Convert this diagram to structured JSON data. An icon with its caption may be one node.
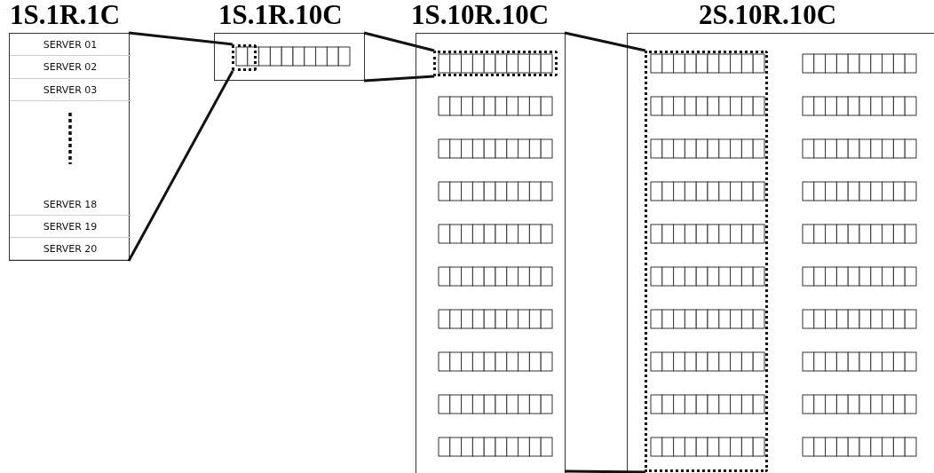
{
  "diagram": {
    "nodes": [
      {
        "text": [
          "1S.1R.1C"
        ]
      },
      {
        "text": [
          "SERVER 01"
        ],
        "in": 0
      },
      {
        "text": [
          "SERVER 02"
        ],
        "in": 0
      },
      {
        "text": [
          "SERVER 03"
        ],
        "in": 0
      },
      {
        "text": [
          "SERVER 18"
        ],
        "in": 0
      },
      {
        "text": [
          "SERVER 19"
        ],
        "in": 0
      },
      {
        "text": [
          "SERVER 20"
        ],
        "in": 0
      },
      {
        "text": [
          "1S.1R.10C"
        ]
      },
      {
        "text": [],
        "shape": "box",
        "in": 7
      },
      {
        "text": [
          "1S.10R.10C"
        ]
      },
      {
        "text": [],
        "shape": "box",
        "in": 9
      },
      {
        "text": [
          "2S.10R.10C"
        ]
      },
      {
        "text": [],
        "shape": "box",
        "in": 11
      }
    ],
    "edges": [
      {
        "from": 0,
        "to": 8,
        "arrow": "none"
      },
      {
        "from": 0,
        "to": 8,
        "arrow": "none"
      },
      {
        "from": 7,
        "to": 10,
        "arrow": "none"
      },
      {
        "from": 7,
        "to": 10,
        "arrow": "none"
      },
      {
        "from": 9,
        "to": 12,
        "arrow": "none"
      },
      {
        "from": 9,
        "to": 12,
        "arrow": "none"
      }
    ]
  }
}
